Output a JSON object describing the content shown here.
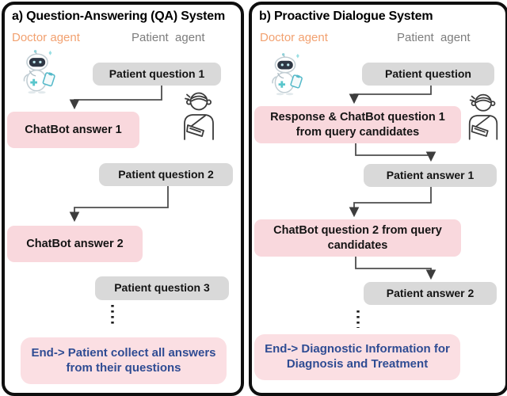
{
  "colors": {
    "answer_pink": "#f9d8dd",
    "end_pink": "#fbdfe3",
    "question_gray": "#d9d9d9",
    "doctor_orange": "#f2a170",
    "patient_gray": "#7d7d7d",
    "end_blue": "#2f4c93",
    "connector": "#4d4d4d"
  },
  "panel_a": {
    "title": "a) Question-Answering (QA) System",
    "doctor_label": "Doctor agent",
    "patient_label": "Patient  agent",
    "nodes": {
      "q1": "Patient question 1",
      "a1": "ChatBot answer 1",
      "q2": "Patient question 2",
      "a2": "ChatBot answer 2",
      "q3": "Patient question 3",
      "end": "End-> Patient collect all answers from their questions"
    }
  },
  "panel_b": {
    "title": "b) Proactive Dialogue System",
    "doctor_label": "Doctor agent",
    "patient_label": "Patient  agent",
    "nodes": {
      "q": "Patient question",
      "r1": "Response & ChatBot question 1 from query candidates",
      "pa1": "Patient answer 1",
      "c2": "ChatBot question 2 from query candidates",
      "pa2": "Patient answer 2",
      "end": "End-> Diagnostic Information for Diagnosis and Treatment"
    }
  }
}
